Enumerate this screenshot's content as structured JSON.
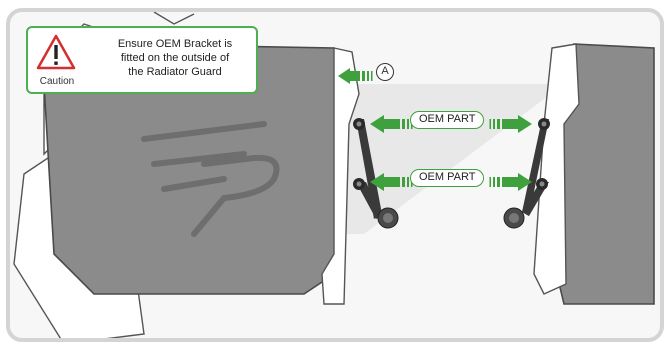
{
  "caution": {
    "label": "Caution",
    "message_lines": [
      "Ensure OEM Bracket is",
      "fitted on the outside of",
      "the Radiator Guard"
    ]
  },
  "labels": {
    "oem_part_top": "OEM PART",
    "oem_part_bottom": "OEM PART",
    "callout_a": "A"
  },
  "colors": {
    "arrow_green": "#3ea13e",
    "guard_grey": "#8b8b8b",
    "bracket_dark": "#3a3a3a",
    "caution_red": "#d32f2f"
  },
  "icons": [
    "warning-triangle-icon"
  ]
}
